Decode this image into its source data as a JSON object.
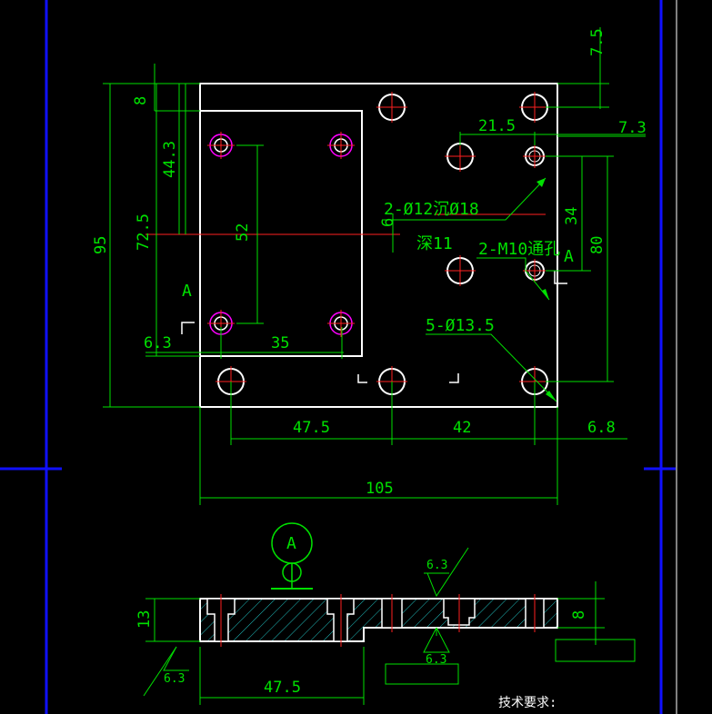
{
  "drawing": {
    "plan_dimensions": {
      "top_right_7_5": "7.5",
      "left_8": "8",
      "left_44_3": "44.3",
      "left_72_5": "72.5",
      "left_95": "95",
      "inner_52": "52",
      "bottom_6_3": "6.3",
      "bottom_35": "35",
      "dim_21_5": "21.5",
      "dim_7_3": "7.3",
      "dim_34": "34",
      "dim_80": "80",
      "dim_6": "6",
      "bottom_47_5": "47.5",
      "bottom_42": "42",
      "bottom_6_8": "6.8",
      "overall_105": "105"
    },
    "notes": {
      "counterbore": "2-Ø12沉Ø18",
      "depth": "深11",
      "thread": "2-M10通孔",
      "holes": "5-Ø13.5"
    },
    "view_labels": {
      "section_a_left": "A",
      "section_a_right": "A",
      "section_bubble": "A"
    },
    "section_view": {
      "thickness_13": "13",
      "step_8": "8",
      "length_47_5": "47.5",
      "roughness_top": "6.3",
      "roughness_mid": "6.3",
      "roughness_left": "6.3"
    },
    "technical_requirements": "技术要求:",
    "colors": {
      "background": "#000000",
      "outline": "#ffffff",
      "dimension": "#00e000",
      "hole_center": "#ff2020",
      "hole_ring": "#ff00ff",
      "frame": "#0000ff"
    }
  }
}
